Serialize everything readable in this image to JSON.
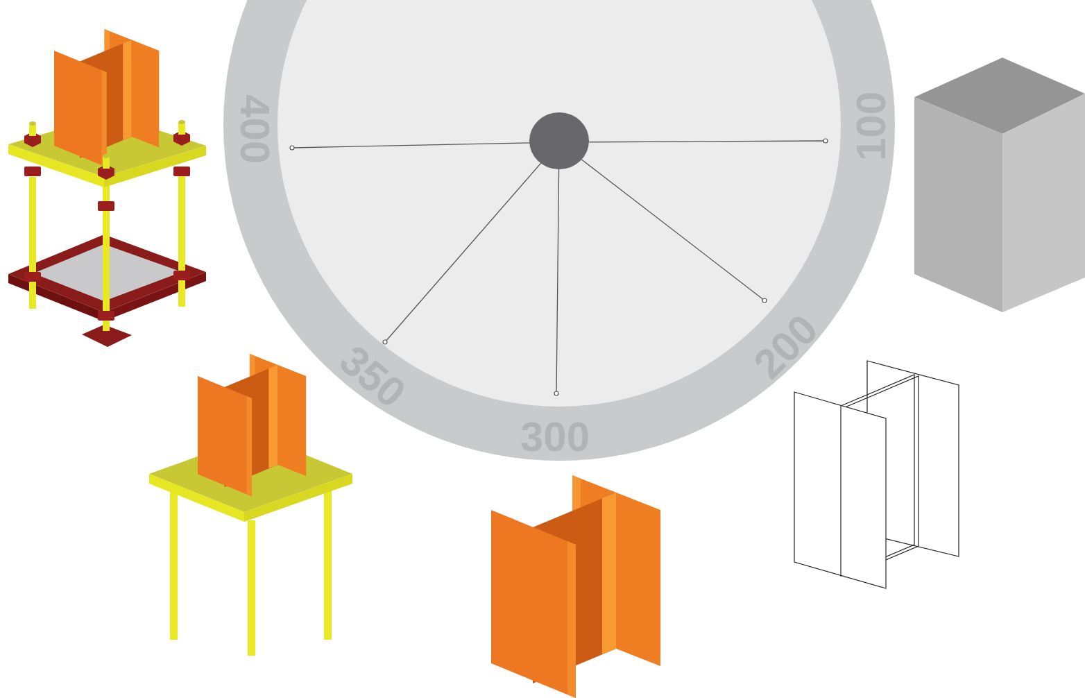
{
  "diagram": {
    "labels": [
      "400",
      "100",
      "200",
      "300",
      "350"
    ]
  }
}
